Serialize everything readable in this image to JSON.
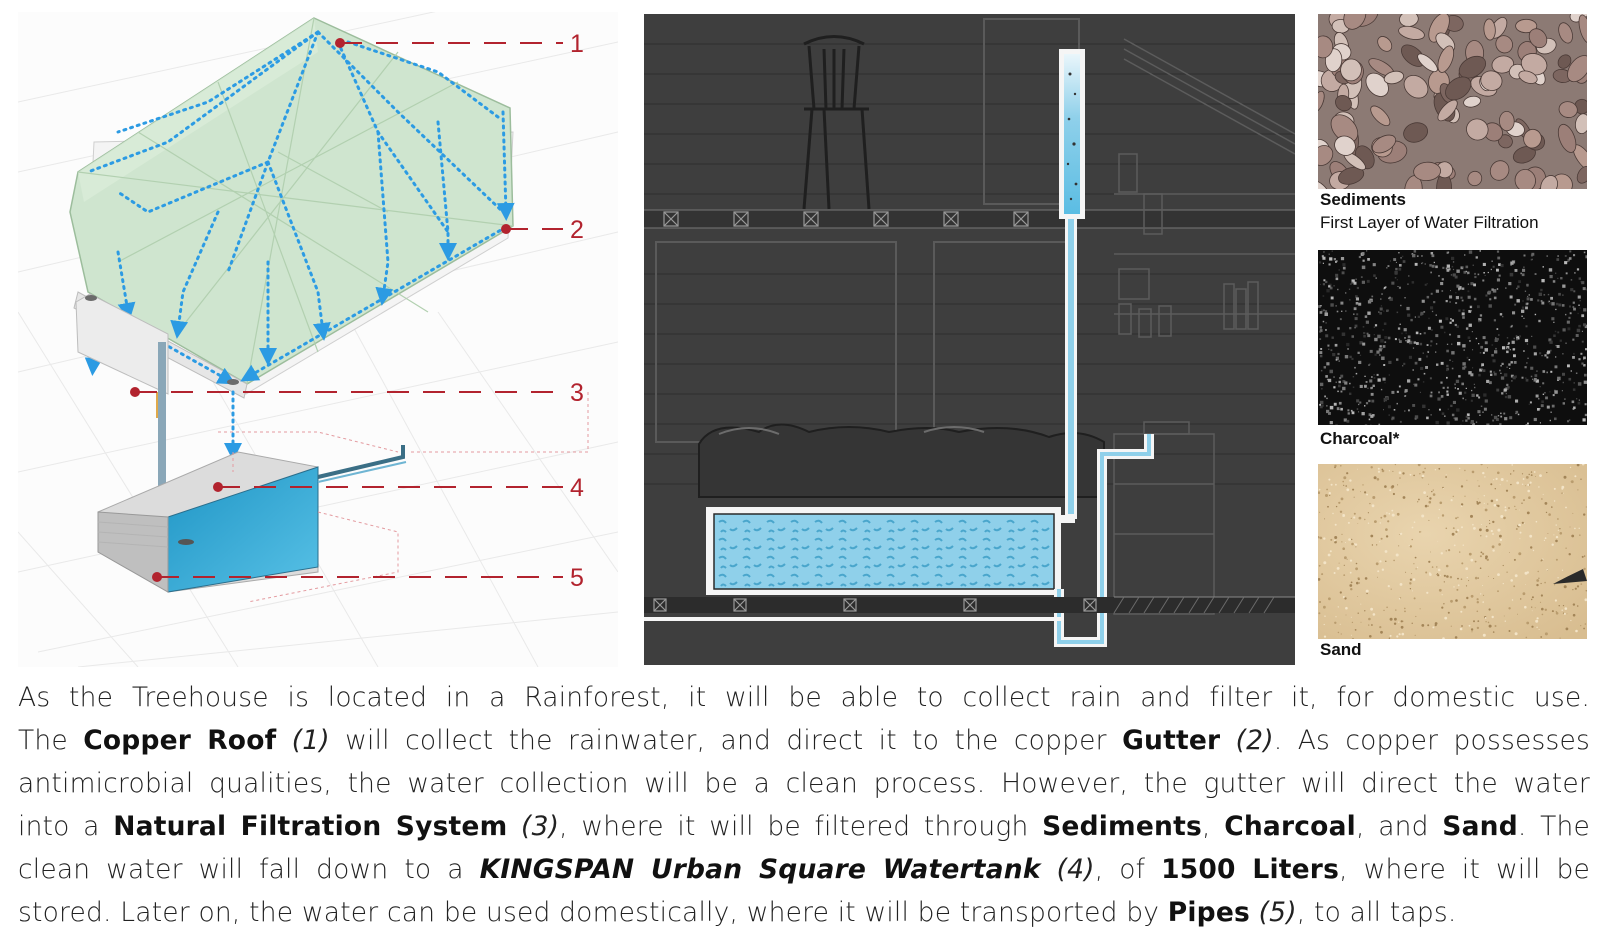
{
  "callouts": [
    "1",
    "2",
    "3",
    "4",
    "5"
  ],
  "materials": {
    "sediments": {
      "title": "Sediments",
      "subtitle": "First Layer of Water Filtration"
    },
    "charcoal": {
      "title": "Charcoal*"
    },
    "sand": {
      "title": "Sand"
    }
  },
  "caption": {
    "l1": "As the Treehouse is located in a Rainforest, it will be able to collect rain and filter it, for domestic use.",
    "l2_a": "The ",
    "l2_b": "Copper Roof",
    "l2_c": " ",
    "l2_d": "(1)",
    "l2_e": " will collect the rainwater, and direct it to the copper ",
    "l2_f": "Gutter",
    "l2_g": " ",
    "l2_h": "(2)",
    "l2_i": ". As copper possesses",
    "l3": "antimicrobial qualities, the water collection will be a clean process. However, the gutter will direct the water",
    "l4_a": "into a ",
    "l4_b": "Natural Filtration System",
    "l4_c": " ",
    "l4_d": "(3)",
    "l4_e": ", where it will be filtered through ",
    "l4_f": "Sediments",
    "l4_g": ", ",
    "l4_h": "Charcoal",
    "l4_i": ", and ",
    "l4_j": "Sand",
    "l4_k": ". The",
    "l5_a": "clean water will fall down to a ",
    "l5_b": "KINGSPAN Urban Square Watertank",
    "l5_c": " ",
    "l5_d": "(4)",
    "l5_e": ", of ",
    "l5_f": "1500 Liters",
    "l5_g": ", where it will be",
    "l6_a": "stored. Later on, the water can be used domestically, where it will be transported by ",
    "l6_b": "Pipes",
    "l6_c": " ",
    "l6_d": "(5)",
    "l6_e": ", to all taps."
  },
  "colors": {
    "callout_red": "#b2232e",
    "roof_green": "#cfe5cf",
    "water_blue": "#2fa8d8",
    "arrow_blue": "#2c9be3",
    "section_dark": "#3e3e3e"
  }
}
